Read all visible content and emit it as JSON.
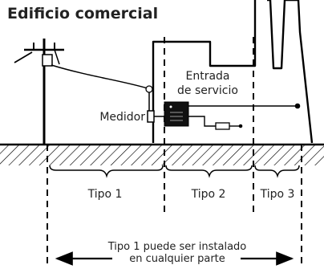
{
  "diagram": {
    "title": "Edificio comercial",
    "service_entrance_line1": "Entrada",
    "service_entrance_line2": "de servicio",
    "meter_label": "Medidor",
    "zones": [
      {
        "label": "Tipo 1"
      },
      {
        "label": "Tipo 2"
      },
      {
        "label": "Tipo 3"
      }
    ],
    "note_line1": "Tipo 1 puede ser instalado",
    "note_line2": "en cualquier parte"
  },
  "colors": {
    "ink": "#000000",
    "text": "#222222",
    "background": "#ffffff"
  }
}
